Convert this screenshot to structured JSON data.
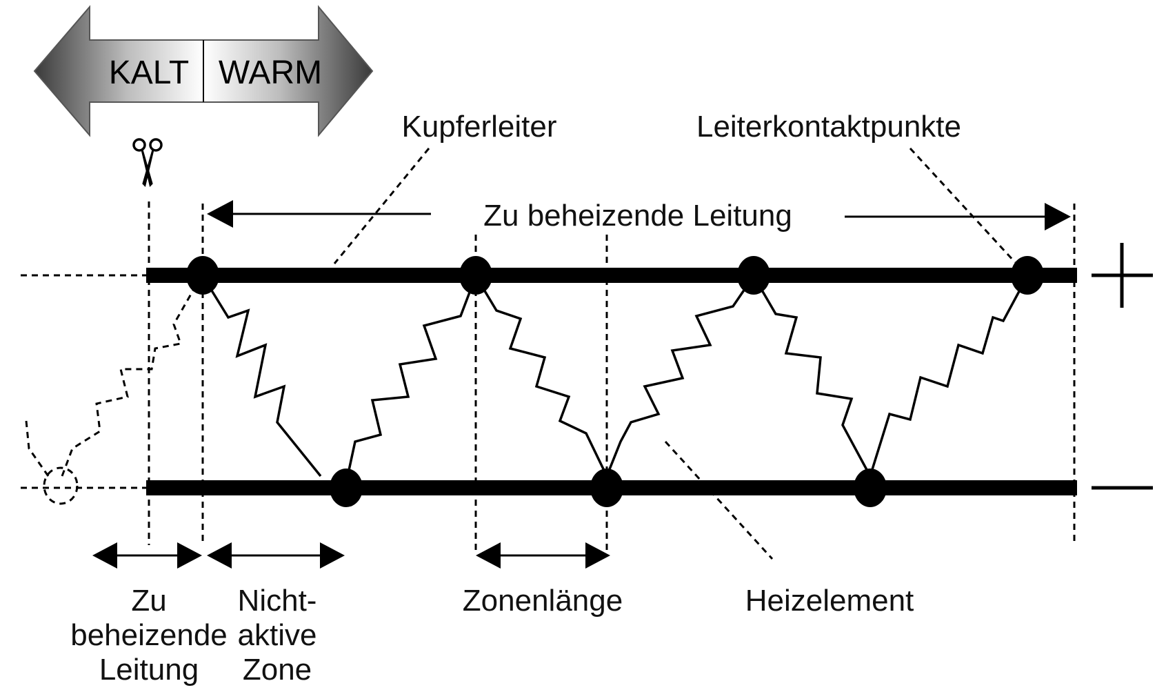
{
  "top_arrow": {
    "left_label": "KALT",
    "right_label": "WARM"
  },
  "labels": {
    "kupferleiter": "Kupferleiter",
    "leiterkontaktpunkte": "Leiterkontaktpunkte",
    "zu_beheizende_leitung_top": "Zu beheizende Leitung",
    "zonenlaenge": "Zonenlänge",
    "heizelement": "Heizelement",
    "plus": "+",
    "minus": "−"
  },
  "bottom_labels": {
    "cold_lead": [
      "Zu",
      "beheizende",
      "Leitung"
    ],
    "inactive_zone": [
      "Nicht-",
      "aktive",
      "Zone"
    ]
  },
  "icons": {
    "cut_marker": "scissors-icon"
  },
  "colors": {
    "line": "#000000",
    "background": "#ffffff",
    "arrow_gradient_light": "#ffffff",
    "arrow_gradient_dark": "#3a3a3a"
  }
}
